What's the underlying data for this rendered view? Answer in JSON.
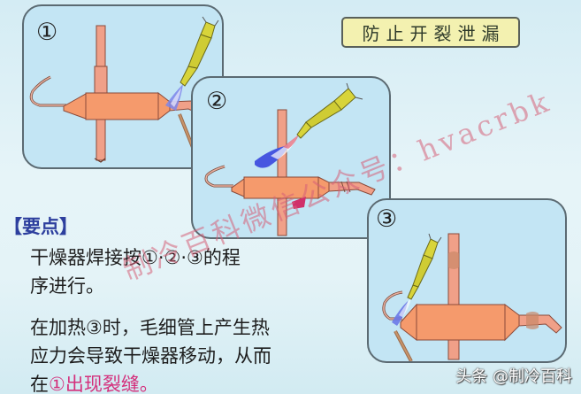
{
  "title": "防止开裂泄漏",
  "panels": [
    {
      "step": "①",
      "description": "Brazing first joint (outlet side, right of drier)"
    },
    {
      "step": "②",
      "description": "Brazing second joint (upper vertical pipe)"
    },
    {
      "step": "③",
      "description": "Brazing third joint (capillary tube, left of drier)"
    }
  ],
  "key_points": {
    "label": "【要点】",
    "para1_line1": "干燥器焊接按①·②·③的程",
    "para1_line2": "序进行。",
    "para2_line1": "在加热③时，毛细管上产生热",
    "para2_line2": "应力会导致干燥器移动，从而",
    "para2_line3_prefix": "在",
    "para2_line3_emphasis": "①出现裂缝。"
  },
  "watermark": "制冷百科微信公众号：hvacrbk",
  "source_tag": "头条 @制冷百科",
  "colors": {
    "background": "#e4f3f7",
    "panel_fill": "#c3e5f4",
    "panel_border": "#5b6a72",
    "drier_body": "#f59a6c",
    "pipe": "#f0a088",
    "torch": "#d8d43a",
    "flame": "#6a78e8",
    "title_fill": "#f3f1b0",
    "key_label": "#2d3f9e",
    "emphasis": "#d4307c",
    "watermark": "#d66078"
  }
}
